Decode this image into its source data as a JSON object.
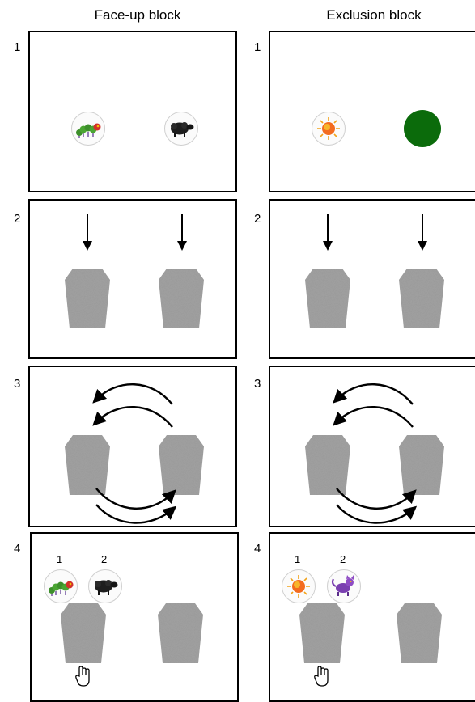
{
  "columns": {
    "left_title": "Face-up block",
    "right_title": "Exclusion block"
  },
  "steps": {
    "s1": "1",
    "s2": "2",
    "s3": "3",
    "s4": "4"
  },
  "order_labels": {
    "first": "1",
    "second": "2"
  },
  "icons": {
    "left_block_items": [
      "caterpillar-icon",
      "black-sheep-icon"
    ],
    "right_block_items": [
      "sun-icon",
      "green-disk",
      "purple-cat-icon"
    ],
    "cup": "cup-icon",
    "hand": "pointing-hand-icon"
  },
  "colors": {
    "cup_gray": "#9a9a9a",
    "green_disk": "#0b6b0b",
    "panel_border": "#000000"
  }
}
